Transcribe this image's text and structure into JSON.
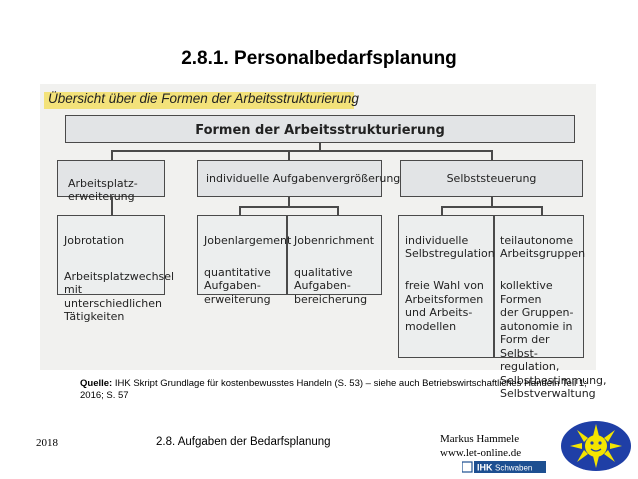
{
  "slide": {
    "title": "2.8.1. Personalbedarfsplanung"
  },
  "figure": {
    "heading": "Übersicht über die Formen der Arbeitsstrukturierung",
    "root": "Formen der Arbeitsstrukturierung",
    "level1": [
      "Arbeitsplatz-\nerweiterung",
      "individuelle Aufgabenvergrößerung",
      "Selbststeuerung"
    ],
    "leaves": {
      "arbeitsplatzerweiterung": {
        "title": "Jobrotation",
        "body": "Arbeitsplatzwechsel\nmit unterschiedlichen\nTätigkeiten"
      },
      "aufgabenvergroesserung": [
        {
          "title": "Jobenlargement",
          "body": "quantitative\nAufgaben-\nerweiterung"
        },
        {
          "title": "Jobenrichment",
          "body": "qualitative\nAufgaben-\nbereicherung"
        }
      ],
      "selbststeuerung": [
        {
          "title": "individuelle\nSelbstregulation",
          "body": "freie Wahl von\nArbeitsformen\nund Arbeits-\nmodellen"
        },
        {
          "title": "teilautonome\nArbeitsgruppen",
          "body": "kollektive Formen\nder Gruppen-\nautonomie in\nForm der Selbst-\nregulation,\nSelbstbestimmung,\nSelbstverwaltung"
        }
      ]
    }
  },
  "caption": {
    "label": "Quelle:",
    "text": "IHK Skript Grundlage für kostenbewusstes Handeln (S. 53) – siehe auch Betriebswirtschaftliches Handeln Teil 1; 2016; S. 57"
  },
  "footer": {
    "year": "2018",
    "section": "2.8. Aufgaben der Bedarfsplanung",
    "author": "Markus Hammele",
    "website": "www.let-online.de",
    "logo_text": "IHK",
    "logo_region": "Schwaben"
  },
  "colors": {
    "heading_highlight": "#f3e27a",
    "box_fill": "#e2e4e6",
    "ihk_blue": "#1d4f91",
    "sun_yellow": "#f4e500",
    "sun_blue": "#1f3fa6"
  }
}
